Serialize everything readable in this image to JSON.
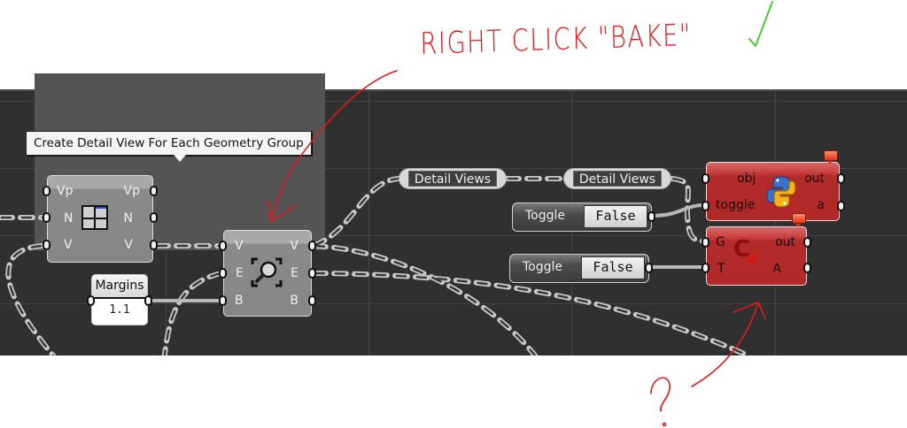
{
  "annotations": {
    "top_text": "RIGHT CLICK \"BAKE\"",
    "bottom_text": "?",
    "checkmark": "check-icon",
    "ink_color": "#e0191a",
    "check_color": "#3dcc22"
  },
  "canvas": {
    "background": "#303030",
    "group": {
      "tooltip": "Create Detail View For Each Geometry Group"
    }
  },
  "nodes": {
    "viewport_node": {
      "icon": "viewport-grid-icon",
      "inputs": [
        "Vp",
        "N",
        "V"
      ],
      "outputs": [
        "Vp",
        "N",
        "V"
      ]
    },
    "zoom_node": {
      "icon": "zoom-extents-icon",
      "inputs": [
        "V",
        "E",
        "B"
      ],
      "outputs": [
        "V",
        "E",
        "B"
      ]
    },
    "margins_slider": {
      "label": "Margins",
      "value": "1.1"
    },
    "relay_1": {
      "label": "Detail Views"
    },
    "relay_2": {
      "label": "Detail Views"
    },
    "toggle_1": {
      "label": "Toggle",
      "value": "False"
    },
    "toggle_2": {
      "label": "Toggle",
      "value": "False"
    },
    "python_node": {
      "icon": "python-icon",
      "inputs": [
        "obj",
        "toggle"
      ],
      "outputs": [
        "out",
        "a"
      ],
      "color": "#b52b2b"
    },
    "csharp_node": {
      "icon": "csharp-icon",
      "inputs": [
        "G",
        "T"
      ],
      "outputs": [
        "out",
        "A"
      ],
      "color": "#b52b2b"
    }
  }
}
